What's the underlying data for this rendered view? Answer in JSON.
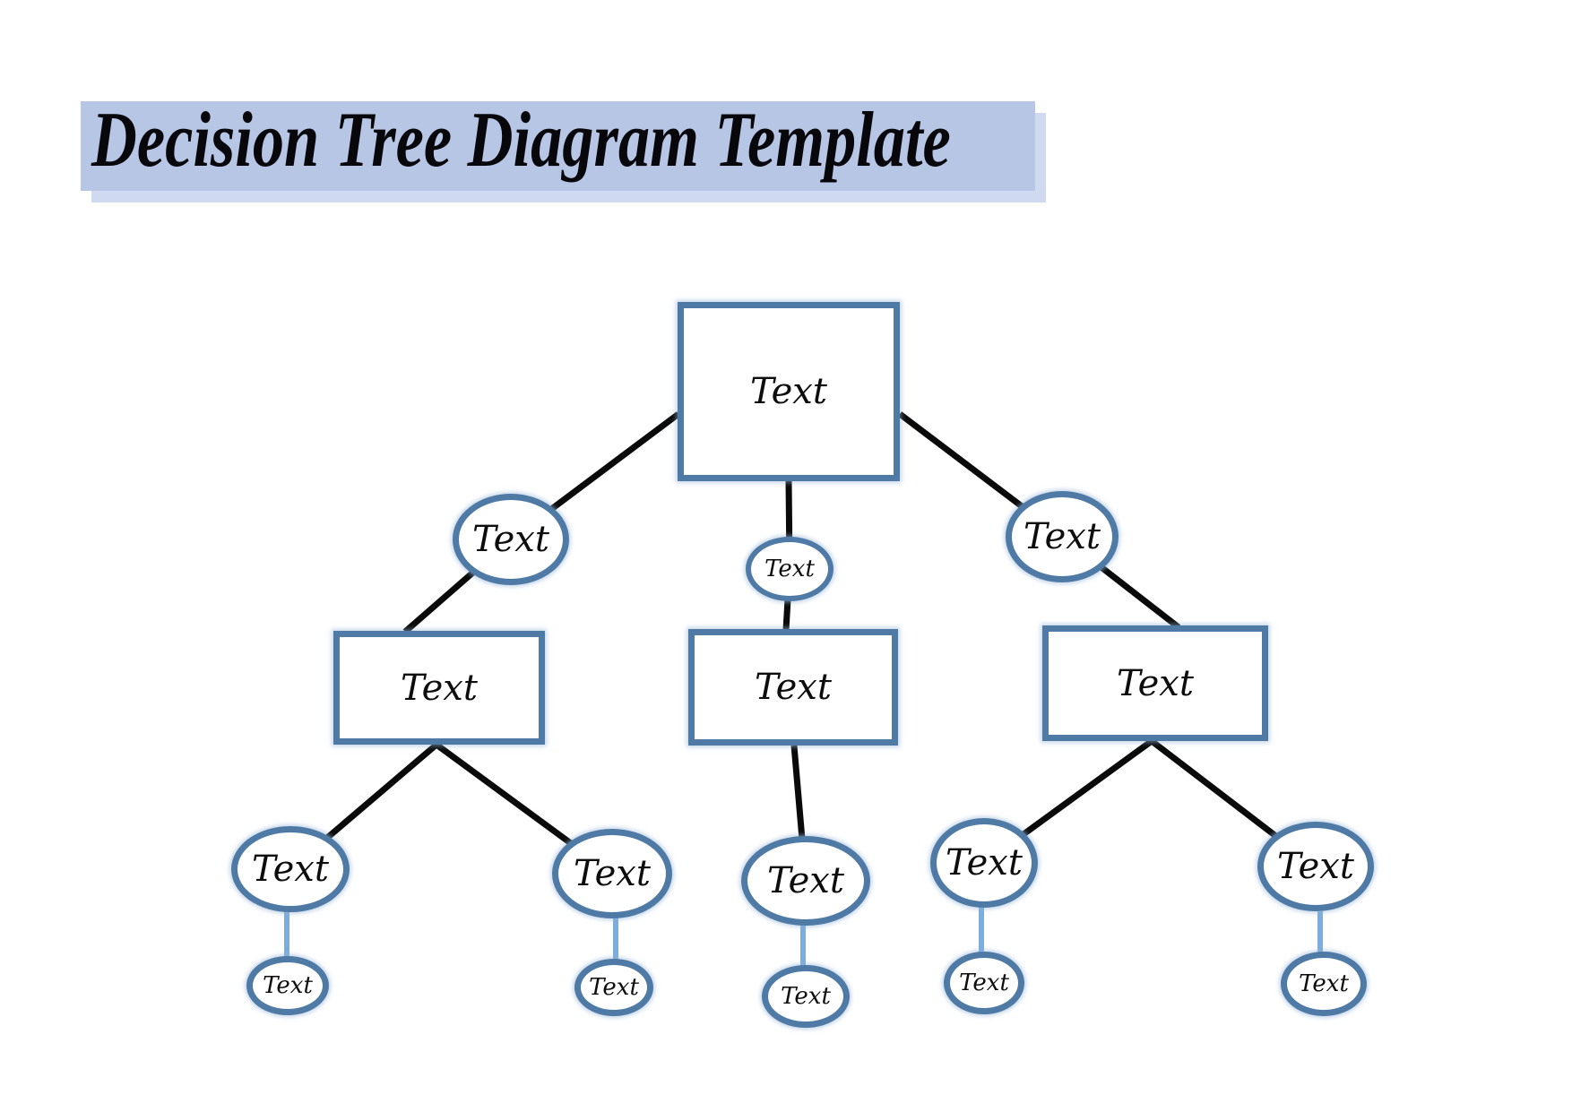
{
  "title": {
    "label": "Decision Tree Diagram Template"
  },
  "colors": {
    "banner_bg": "#b8c6e6",
    "banner_shadow": "#cfd9ef",
    "node_border": "#4f7aa6",
    "node_fill": "#ffffff",
    "edge_black": "#0a0a0a",
    "edge_blue": "#7badde",
    "title_color": "#08080c"
  },
  "nodes": [
    {
      "id": "root",
      "shape": "rectangle",
      "level": 1,
      "label": "Text"
    },
    {
      "id": "branch-left",
      "shape": "ellipse",
      "level": 2,
      "label": "Text"
    },
    {
      "id": "branch-center",
      "shape": "ellipse",
      "level": 2,
      "label": "Text"
    },
    {
      "id": "branch-right",
      "shape": "ellipse",
      "level": 2,
      "label": "Text"
    },
    {
      "id": "box-left",
      "shape": "rectangle",
      "level": 3,
      "label": "Text"
    },
    {
      "id": "box-center",
      "shape": "rectangle",
      "level": 3,
      "label": "Text"
    },
    {
      "id": "box-right",
      "shape": "rectangle",
      "level": 3,
      "label": "Text"
    },
    {
      "id": "leaf-1",
      "shape": "ellipse",
      "level": 4,
      "label": "Text"
    },
    {
      "id": "leaf-2",
      "shape": "ellipse",
      "level": 4,
      "label": "Text"
    },
    {
      "id": "leaf-3",
      "shape": "ellipse",
      "level": 4,
      "label": "Text"
    },
    {
      "id": "leaf-4",
      "shape": "ellipse",
      "level": 4,
      "label": "Text"
    },
    {
      "id": "leaf-5",
      "shape": "ellipse",
      "level": 4,
      "label": "Text"
    },
    {
      "id": "sub-leaf-1",
      "shape": "ellipse",
      "level": 5,
      "label": "Text"
    },
    {
      "id": "sub-leaf-2",
      "shape": "ellipse",
      "level": 5,
      "label": "Text"
    },
    {
      "id": "sub-leaf-3",
      "shape": "ellipse",
      "level": 5,
      "label": "Text"
    },
    {
      "id": "sub-leaf-4",
      "shape": "ellipse",
      "level": 5,
      "label": "Text"
    },
    {
      "id": "sub-leaf-5",
      "shape": "ellipse",
      "level": 5,
      "label": "Text"
    }
  ]
}
